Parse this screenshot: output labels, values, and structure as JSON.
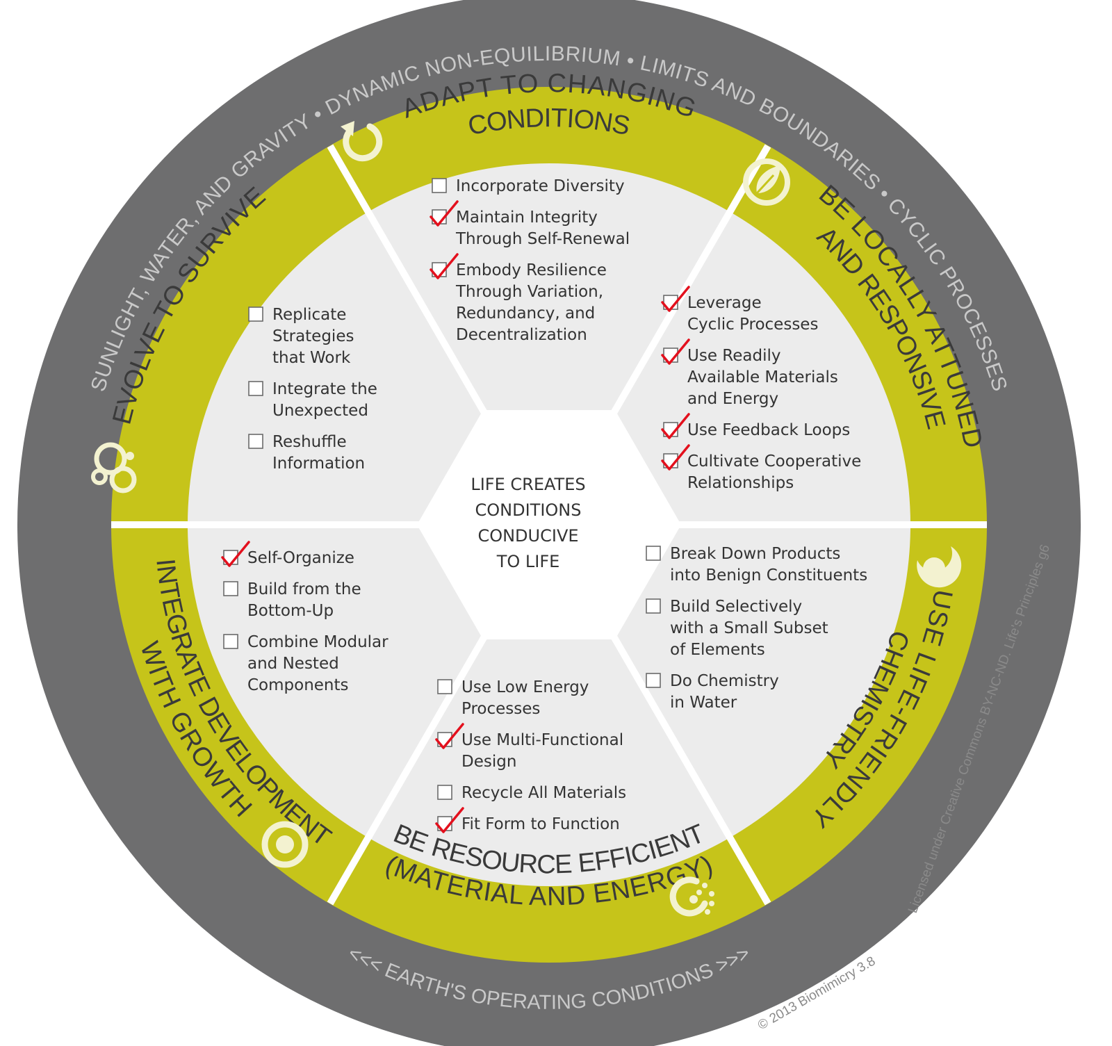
{
  "outer_ring": {
    "conditions": [
      "SUNLIGHT, WATER, AND GRAVITY",
      "DYNAMIC NON-EQUILIBRIUM",
      "LIMITS AND BOUNDARIES",
      "CYCLIC PROCESSES"
    ],
    "bottom_label": "<<< EARTH'S OPERATING CONDITIONS >>>"
  },
  "center": {
    "lines": [
      "LIFE CREATES",
      "CONDITIONS",
      "CONDUCIVE",
      "TO LIFE"
    ]
  },
  "principles": [
    {
      "title": [
        "ADAPT TO CHANGING",
        "CONDITIONS"
      ],
      "icon": "cycle-arrow-icon",
      "items": [
        {
          "lines": [
            "Incorporate Diversity"
          ],
          "checked": false
        },
        {
          "lines": [
            "Maintain Integrity",
            "Through Self-Renewal"
          ],
          "checked": true
        },
        {
          "lines": [
            "Embody Resilience",
            "Through Variation,",
            "Redundancy, and",
            "Decentralization"
          ],
          "checked": true
        }
      ]
    },
    {
      "title": [
        "BE LOCALLY ATTUNED",
        "AND RESPONSIVE"
      ],
      "icon": "leaf-icon",
      "items": [
        {
          "lines": [
            "Leverage",
            "Cyclic Processes"
          ],
          "checked": true
        },
        {
          "lines": [
            "Use Readily",
            "Available Materials",
            "and Energy"
          ],
          "checked": true
        },
        {
          "lines": [
            "Use Feedback Loops"
          ],
          "checked": true
        },
        {
          "lines": [
            "Cultivate Cooperative",
            "Relationships"
          ],
          "checked": true
        }
      ]
    },
    {
      "title": [
        "USE LIFE-FRIENDLY",
        "CHEMISTRY"
      ],
      "icon": "crescent-drop-icon",
      "items": [
        {
          "lines": [
            "Break Down Products",
            "into Benign Constituents"
          ],
          "checked": false
        },
        {
          "lines": [
            "Build Selectively",
            "with a Small Subset",
            "of Elements"
          ],
          "checked": false
        },
        {
          "lines": [
            "Do Chemistry",
            "in Water"
          ],
          "checked": false
        }
      ]
    },
    {
      "title": [
        "BE RESOURCE EFFICIENT",
        "(MATERIAL AND ENERGY)"
      ],
      "icon": "dotted-circle-icon",
      "items": [
        {
          "lines": [
            "Use Low Energy",
            "Processes"
          ],
          "checked": false
        },
        {
          "lines": [
            "Use Multi-Functional",
            "Design"
          ],
          "checked": true
        },
        {
          "lines": [
            "Recycle All Materials"
          ],
          "checked": false
        },
        {
          "lines": [
            "Fit Form to Function"
          ],
          "checked": true
        }
      ]
    },
    {
      "title": [
        "INTEGRATE DEVELOPMENT",
        "WITH GROWTH"
      ],
      "icon": "target-icon",
      "items": [
        {
          "lines": [
            "Self-Organize"
          ],
          "checked": true
        },
        {
          "lines": [
            "Build from the",
            "Bottom-Up"
          ],
          "checked": false
        },
        {
          "lines": [
            "Combine Modular",
            "and Nested",
            "Components"
          ],
          "checked": false
        }
      ]
    },
    {
      "title": [
        "EVOLVE TO SURVIVE"
      ],
      "icon": "bubbles-icon",
      "items": [
        {
          "lines": [
            "Replicate",
            "Strategies",
            "that Work"
          ],
          "checked": false
        },
        {
          "lines": [
            "Integrate the",
            "Unexpected"
          ],
          "checked": false
        },
        {
          "lines": [
            "Reshuffle",
            "Information"
          ],
          "checked": false
        }
      ]
    }
  ],
  "credits": {
    "copyright": "© 2013 Biomimicry 3.8",
    "license": "Licensed under Creative Commons BY-NC-ND. Life's Principles g6"
  },
  "colors": {
    "outer_ring": "#6e6e6f",
    "band": "#c6c41a",
    "sector": "#ececec",
    "center": "#ffffff",
    "check": "#e3101d",
    "icon": "#f3f2d0"
  }
}
